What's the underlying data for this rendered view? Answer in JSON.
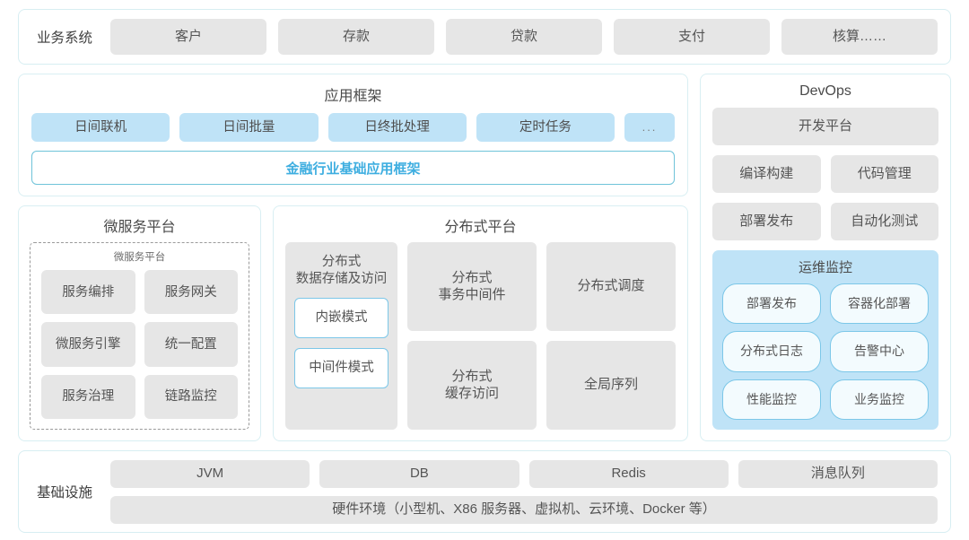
{
  "business_system": {
    "label": "业务系统",
    "items": [
      "客户",
      "存款",
      "贷款",
      "支付",
      "核算……"
    ]
  },
  "app_framework": {
    "title": "应用框架",
    "chips": [
      "日间联机",
      "日间批量",
      "日终批处理",
      "定时任务",
      "..."
    ],
    "base_label": "金融行业基础应用框架"
  },
  "microservice": {
    "title": "微服务平台",
    "sub_title": "微服务平台",
    "items": [
      "服务编排",
      "服务网关",
      "微服务引擎",
      "统一配置",
      "服务治理",
      "链路监控"
    ]
  },
  "distributed": {
    "title": "分布式平台",
    "storage_title": "分布式\n数据存储及访问",
    "storage_title_line1": "分布式",
    "storage_title_line2": "数据存储及访问",
    "storage_modes": [
      "内嵌模式",
      "中间件模式"
    ],
    "cards": [
      {
        "line1": "分布式",
        "line2": "事务中间件"
      },
      {
        "line1": "分布式调度",
        "line2": ""
      },
      {
        "line1": "分布式",
        "line2": "缓存访问"
      },
      {
        "line1": "全局序列",
        "line2": ""
      }
    ]
  },
  "devops": {
    "title": "DevOps",
    "platform_label": "开发平台",
    "items": [
      "编译构建",
      "代码管理",
      "部署发布",
      "自动化测试"
    ],
    "ops_monitor": {
      "title": "运维监控",
      "items": [
        "部署发布",
        "容器化部署",
        "分布式日志",
        "告警中心",
        "性能监控",
        "业务监控"
      ]
    }
  },
  "infrastructure": {
    "label": "基础设施",
    "items": [
      "JVM",
      "DB",
      "Redis",
      "消息队列"
    ],
    "hardware": "硬件环境（小型机、X86 服务器、虚拟机、云环境、Docker 等）"
  },
  "colors": {
    "panel_border": "#d9eff3",
    "chip_grey": "#e6e6e6",
    "chip_blue": "#bfe3f7",
    "accent_blue": "#3eaee0",
    "outline_blue": "#7cc7e8",
    "text": "#4a4a4a"
  }
}
